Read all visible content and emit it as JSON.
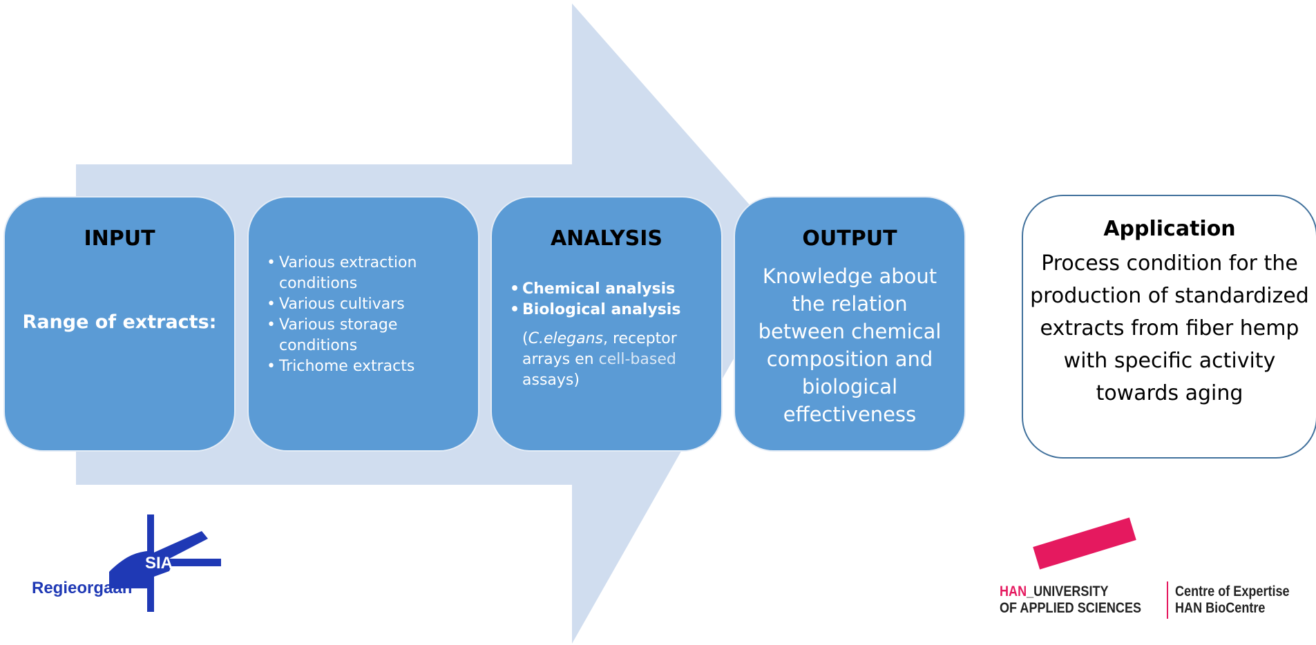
{
  "diagram": {
    "input": {
      "title": "INPUT",
      "subtitle": "Range of extracts:"
    },
    "extracts": {
      "items": [
        "Various extraction conditions",
        "Various cultivars",
        "Various storage conditions",
        "Trichome extracts"
      ]
    },
    "analysis": {
      "title": "ANALYSIS",
      "items": [
        "Chemical analysis",
        "Biological analysis"
      ],
      "note_open": "(",
      "note_italic": "C.elegans",
      "note_mid": ", receptor arrays en ",
      "note_light": "cell-based",
      "note_end": " assays)"
    },
    "output": {
      "title": "OUTPUT",
      "text": "Knowledge about the relation between chemical composition and biological effectiveness"
    },
    "application": {
      "title": "Application",
      "text": "Process condition for the production of standardized extracts from fiber hemp with specific activity towards aging"
    }
  },
  "logos": {
    "sia": {
      "org": "Regieorgaan",
      "abbr": "SIA"
    },
    "han": {
      "prefix": "HAN",
      "line1": "_UNIVERSITY",
      "line2": "OF APPLIED SCIENCES",
      "coe_line1": "Centre of Expertise",
      "coe_line2": "HAN BioCentre"
    }
  },
  "colors": {
    "arrow": "#d0ddef",
    "box": "#5b9bd5",
    "app_border": "#41719c",
    "sia_blue": "#1f39b5",
    "han_pink": "#e5195f"
  }
}
